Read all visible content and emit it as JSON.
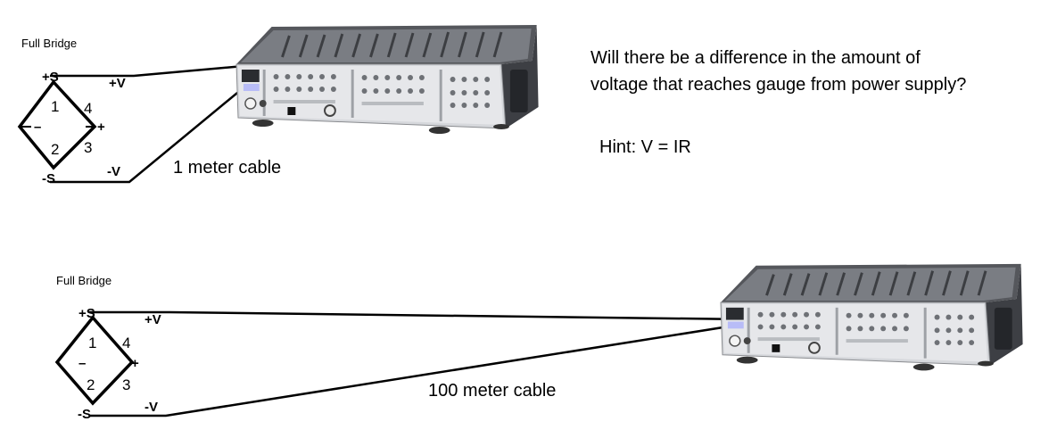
{
  "question": {
    "line1": "Will there be a difference in the amount of",
    "line2": "voltage that reaches gauge from power supply?"
  },
  "hint": "Hint: V = IR",
  "setups": [
    {
      "title": "Full Bridge",
      "cable_label": "1 meter cable",
      "terminals": {
        "plus_s": "+S",
        "plus_v": "+V",
        "minus_s": "-S",
        "minus_v": "-V"
      },
      "arms": [
        "1",
        "4",
        "2",
        "3"
      ],
      "mid_left": "–",
      "mid_right": "+"
    },
    {
      "title": "Full Bridge",
      "cable_label": "100 meter cable",
      "terminals": {
        "plus_s": "+S",
        "plus_v": "+V",
        "minus_s": "-S",
        "minus_v": "-V"
      },
      "arms": [
        "1",
        "4",
        "2",
        "3"
      ],
      "mid_left": "–",
      "mid_right": "+"
    }
  ],
  "device_icon": "data-acquisition-chassis-icon"
}
